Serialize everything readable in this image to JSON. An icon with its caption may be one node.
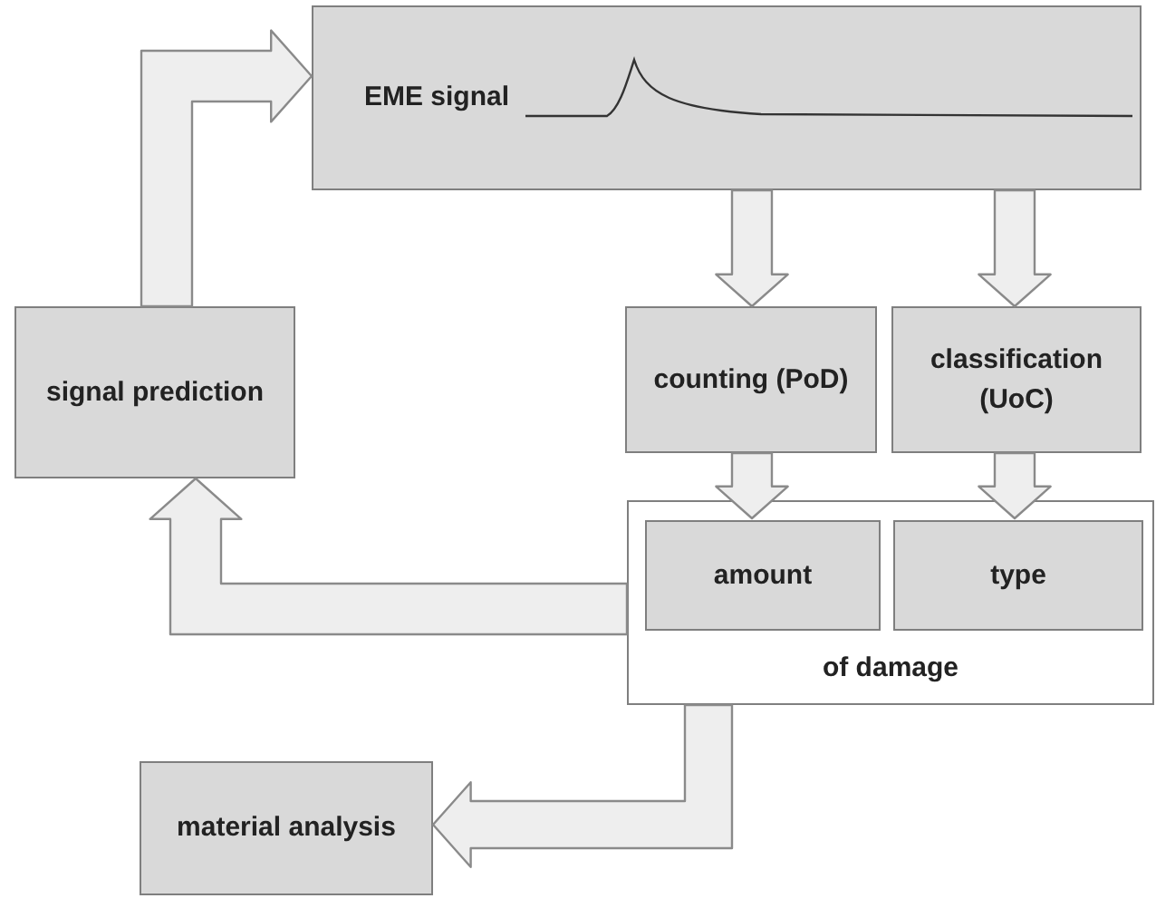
{
  "diagram": {
    "nodes": [
      {
        "text": [
          "EME signal"
        ]
      },
      {
        "text": [
          "signal prediction"
        ]
      },
      {
        "text": [
          "counting (PoD)"
        ]
      },
      {
        "text": [
          "classification (UoC)"
        ]
      },
      {
        "text": [
          "of damage"
        ]
      },
      {
        "text": [
          "amount"
        ],
        "in": 4
      },
      {
        "text": [
          "type"
        ],
        "in": 4
      },
      {
        "text": [
          "material analysis"
        ]
      }
    ],
    "edges": [
      {
        "from": 0,
        "to": 2,
        "arrow": "to"
      },
      {
        "from": 0,
        "to": 3,
        "arrow": "to"
      },
      {
        "from": 2,
        "to": 5,
        "arrow": "to"
      },
      {
        "from": 3,
        "to": 6,
        "arrow": "to"
      },
      {
        "from": 4,
        "to": 1,
        "arrow": "to"
      },
      {
        "from": 1,
        "to": 0,
        "arrow": "to"
      },
      {
        "from": 4,
        "to": 7,
        "arrow": "to"
      }
    ]
  }
}
